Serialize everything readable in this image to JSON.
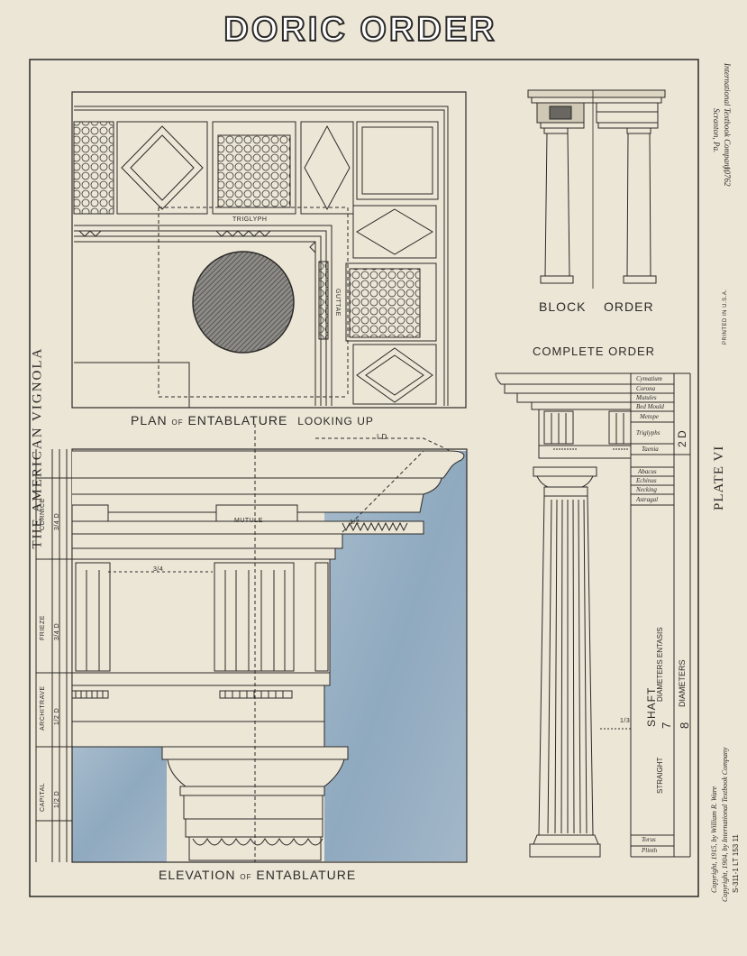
{
  "plate_title": "DORIC ORDER",
  "side_title": "THE AMERICAN VIGNOLA",
  "plate_number": "PLATE VI",
  "publisher_credit": [
    "International Textbook Company,",
    "Scranton, Pa.",
    "10762"
  ],
  "printed_note": "PRINTED IN U.S.A.",
  "copyright_lines": [
    "Copyright, 1915, by William R. Ware",
    "Copyright, 1904, by International Textbook Company",
    "S-311-1 LT 153 11"
  ],
  "plan": {
    "caption_plan": "PLAN",
    "caption_of": "OF",
    "caption_entablature": "ENTABLATURE",
    "caption_looking": "LOOKING UP",
    "triglyph_label": "TRIGLYPH",
    "guttae_label": "GUTTAE"
  },
  "block_order": {
    "label_block": "BLOCK",
    "label_order": "ORDER"
  },
  "complete_order": {
    "title": "COMPLETE ORDER",
    "parts_top": [
      "Cymatium",
      "Corona",
      "Mutules",
      "Bed Mould",
      "Metope",
      "Triglyphs",
      "Taenia"
    ],
    "parts_capital": [
      "Abacus",
      "Echinus",
      "Necking",
      "Astragal"
    ],
    "parts_base": [
      "Torus",
      "Plinth"
    ],
    "entablature_height": "2 D",
    "shaft_label": "SHAFT",
    "shaft_diameters": "7",
    "shaft_entasis": "DIAMETERS  ENTASIS",
    "total_diameters": "8",
    "total_label": "DIAMETERS",
    "straight_label": "STRAIGHT",
    "fraction": "1/3"
  },
  "elevation": {
    "caption_elevation": "ELEVATION",
    "caption_of": "OF",
    "caption_entablature": "ENTABLATURE",
    "mutule_label": "MUTULE",
    "dim_top": "I D",
    "dim_half": "1/2",
    "dim_quarter": "3/4",
    "side_labels": [
      {
        "name": "CORNICE",
        "value": "3/4 D"
      },
      {
        "name": "FRIEZE",
        "value": "3/4 D"
      },
      {
        "name": "ARCHITRAVE",
        "value": "1/2 D"
      },
      {
        "name": "CAPITAL",
        "value": "1/2 D"
      }
    ]
  }
}
